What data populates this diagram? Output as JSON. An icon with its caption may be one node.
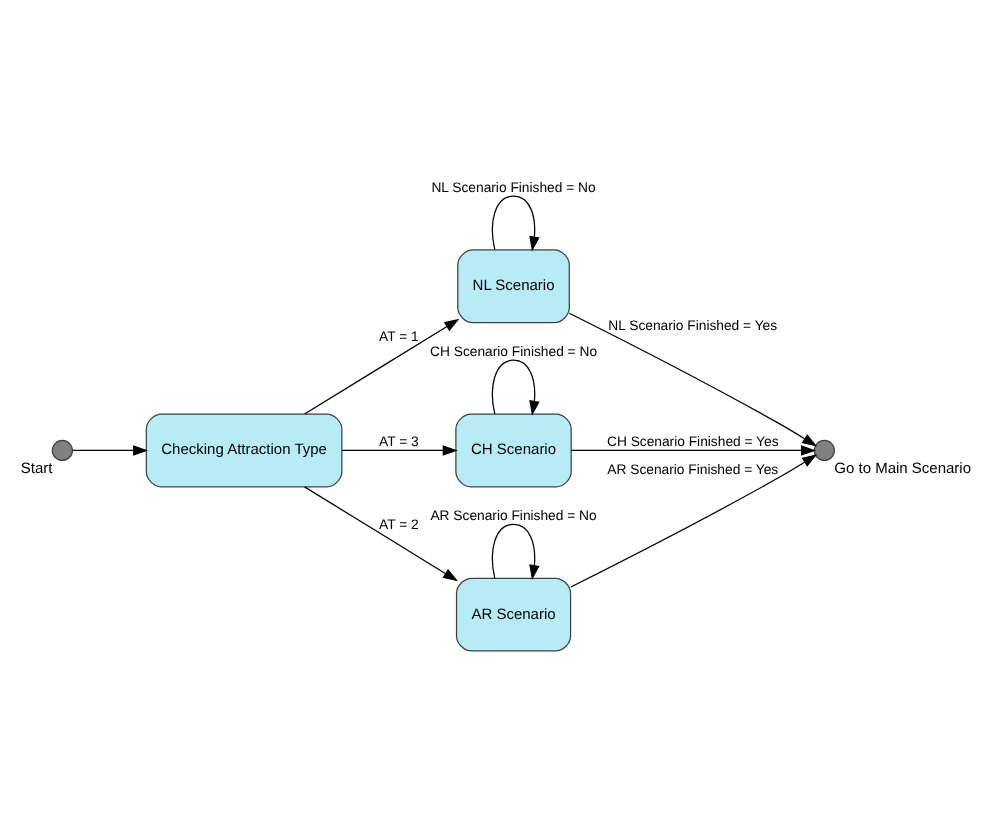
{
  "diagram": {
    "nodes": [
      {
        "text": [],
        "shape": "circle",
        "beside": [
          "Start"
        ]
      },
      {
        "text": [
          "Checking Attraction Type"
        ]
      },
      {
        "text": [
          "NL Scenario"
        ]
      },
      {
        "text": [
          "CH Scenario"
        ]
      },
      {
        "text": [
          "AR Scenario"
        ]
      },
      {
        "text": [],
        "shape": "circle",
        "beside": [
          "Go to Main Scenario"
        ]
      }
    ],
    "edges": [
      {
        "from": 0,
        "to": 1,
        "arrow": "to"
      },
      {
        "from": 1,
        "to": 2,
        "arrow": "to",
        "label": "AT = 1"
      },
      {
        "from": 1,
        "to": 4,
        "arrow": "to",
        "label": "AT = 2"
      },
      {
        "from": 1,
        "to": 3,
        "arrow": "to",
        "label": "AT = 3"
      },
      {
        "from": 2,
        "to": 2,
        "arrow": "to",
        "label": "NL Scenario Finished = No"
      },
      {
        "from": 4,
        "to": 4,
        "arrow": "to",
        "label": "AR Scenario Finished = No"
      },
      {
        "from": 3,
        "to": 3,
        "arrow": "to",
        "label": "CH Scenario Finished = No"
      },
      {
        "from": 2,
        "to": 5,
        "arrow": "to",
        "label": "NL Scenario Finished = Yes"
      },
      {
        "from": 4,
        "to": 5,
        "arrow": "to",
        "label": "AR Scenario Finished = Yes"
      },
      {
        "from": 3,
        "to": 5,
        "arrow": "to",
        "label": "CH Scenario Finished = Yes"
      }
    ]
  }
}
